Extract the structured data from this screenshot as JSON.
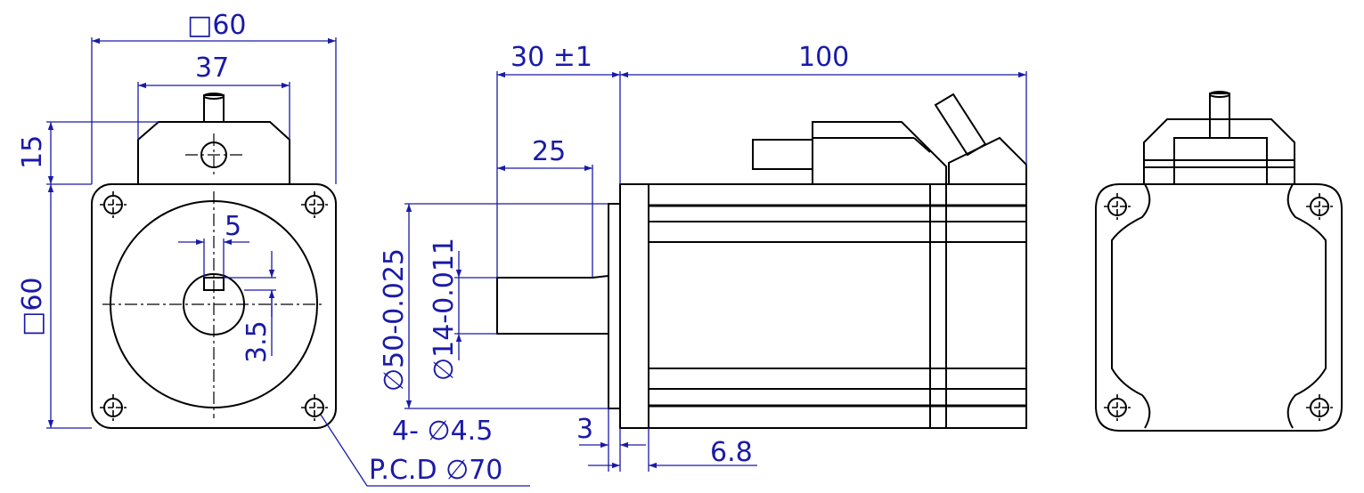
{
  "dimensions": {
    "flange_square_top": "□60",
    "pilot_width": "37",
    "pilot_height": "15",
    "flange_square_left": "□60",
    "key_width": "5",
    "key_depth": "3.5",
    "shaft_length": "30 ±1",
    "body_length": "100",
    "key_length": "25",
    "pilot_diameter": "∅50-0.025",
    "shaft_diameter": "∅14-0.011",
    "mount_holes": "4- ∅4.5",
    "flange_thickness": "3",
    "pilot_offset": "6.8",
    "pcd": "P.C.D ∅70"
  },
  "colors": {
    "outline": "#000000",
    "dimension": "#1a1aa8"
  }
}
